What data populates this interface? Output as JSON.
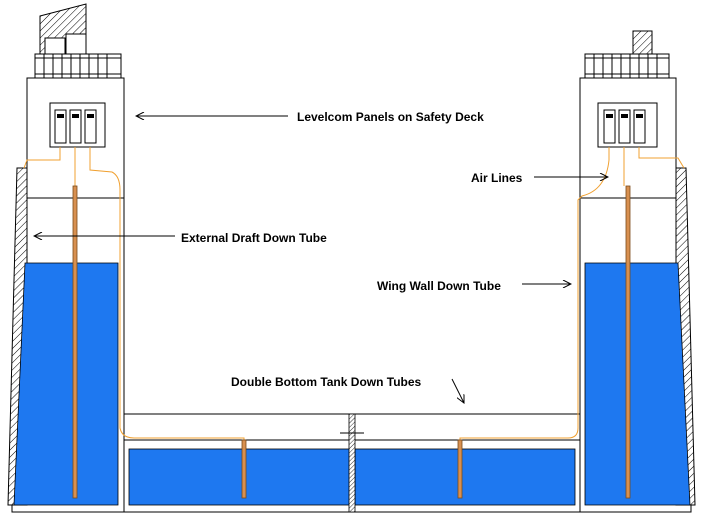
{
  "labels": {
    "levelcom": "Levelcom Panels on Safety Deck",
    "air_lines": "Air Lines",
    "external_draft": "External Draft Down Tube",
    "wing_wall": "Wing Wall Down Tube",
    "double_bottom": "Double Bottom Tank Down Tubes"
  },
  "colors": {
    "water": "#1E78F0",
    "tube": "#D89050",
    "tube_edge": "#7A4A1A",
    "air_line": "#F0A030",
    "outline": "#000000"
  },
  "icons": {
    "hatch": "diagonal-hatch",
    "arrow": "arrow-line"
  }
}
